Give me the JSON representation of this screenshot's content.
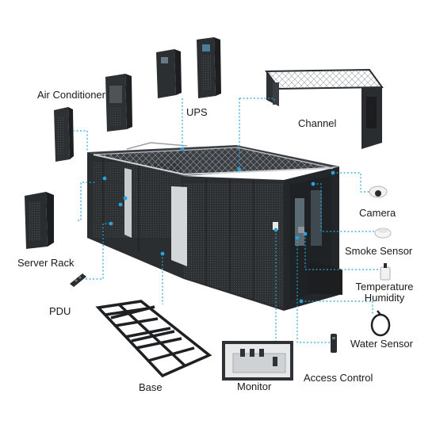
{
  "labels": {
    "air_conditioner": "Air Conditioner",
    "ups": "UPS",
    "channel": "Channel",
    "camera": "Camera",
    "smoke_sensor": "Smoke Sensor",
    "temperature": "Temperature",
    "humidity": "Humidity",
    "water_sensor": "Water Sensor",
    "access_control": "Access Control",
    "monitor": "Monitor",
    "base": "Base",
    "pdu": "PDU",
    "server_rack": "Server Rack"
  },
  "colors": {
    "leader_line": "#29a3dc",
    "cabinet": "#2b2e31",
    "cabinet_dark": "#1c1e20",
    "cable_tray": "#b8bcc0"
  }
}
